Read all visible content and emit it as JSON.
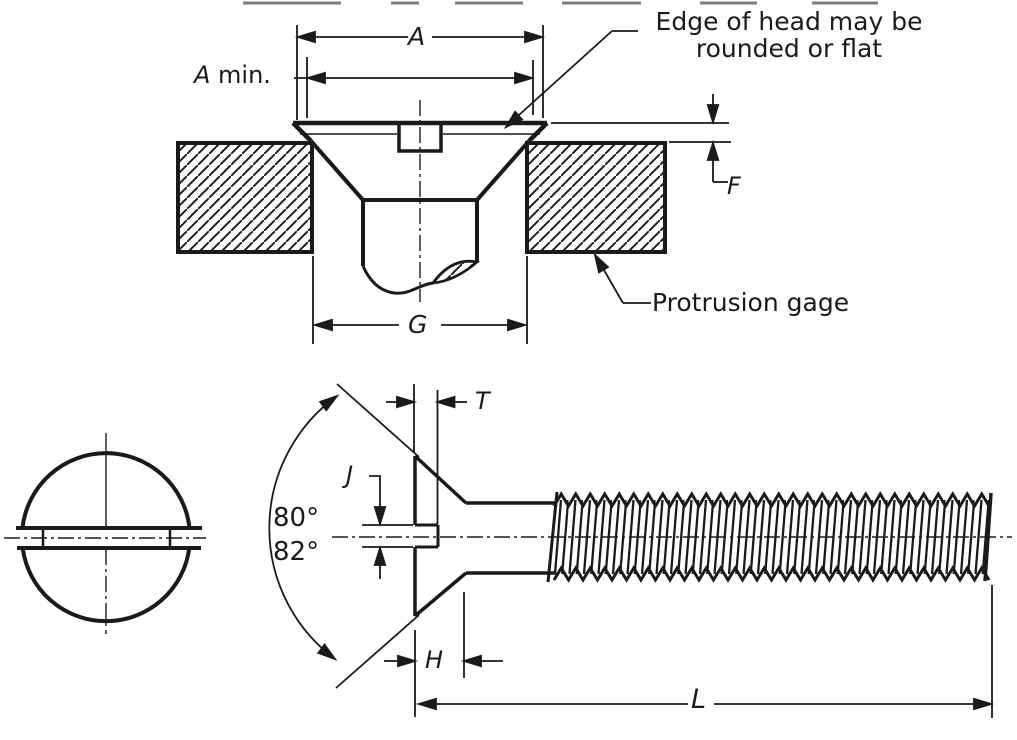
{
  "colors": {
    "ink": "#1a1a1a",
    "paper": "#ffffff"
  },
  "protrusion_gage_view": {
    "dim_a": "A",
    "dim_a_min": {
      "letter": "A",
      "suffix": " min."
    },
    "dim_f": "F",
    "dim_g": "G",
    "edge_note": {
      "line1": "Edge of head may be",
      "line2": "rounded or flat"
    },
    "gage_label": "Protrusion gage"
  },
  "screw_views": {
    "head_angle": {
      "value_min": "80°",
      "value_max": "82°"
    },
    "dim_j": "J",
    "dim_t": "T",
    "dim_h": "H",
    "dim_l": "L"
  }
}
